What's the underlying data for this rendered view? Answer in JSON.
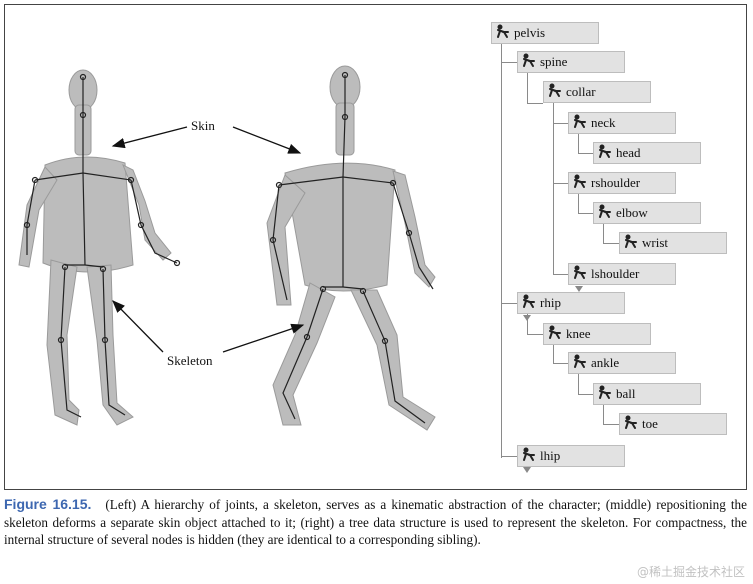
{
  "figure": {
    "labels": {
      "skin": "Skin",
      "skeleton": "Skeleton"
    },
    "tree": {
      "icon": "joint-figure-icon",
      "nodes": [
        "pelvis",
        "spine",
        "collar",
        "neck",
        "head",
        "rshoulder",
        "elbow",
        "wrist",
        "lshoulder",
        "rhip",
        "knee",
        "ankle",
        "ball",
        "toe",
        "lhip"
      ]
    }
  },
  "caption": {
    "label": "Figure 16.15.",
    "text": "(Left) A hierarchy of joints, a skeleton, serves as a kinematic abstraction of the character; (middle) repositioning the skeleton deforms a separate skin object attached to it; (right) a tree data structure is used to represent the skeleton. For compactness, the internal structure of several nodes is hidden (they are identical to a corresponding sibling)."
  },
  "watermark": "@稀土掘金技术社区",
  "colors": {
    "caption_label": "#3d67b0",
    "skin": "#b9b9b9",
    "node_bg": "#e2e2e2"
  }
}
